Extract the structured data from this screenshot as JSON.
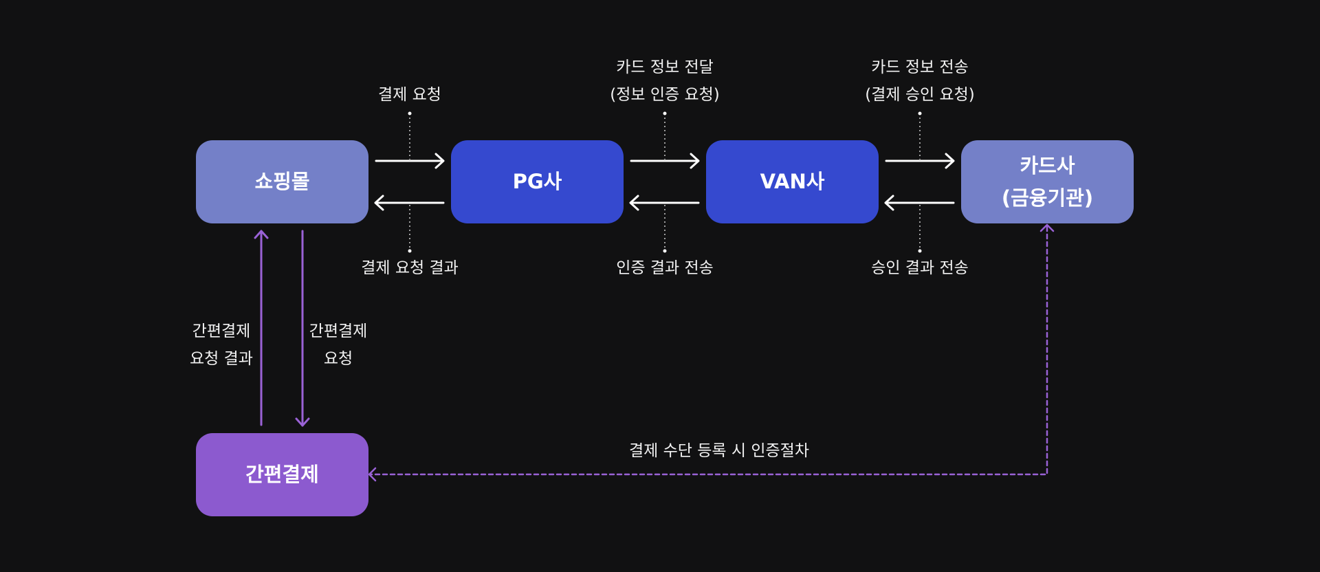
{
  "colors": {
    "background": "#111112",
    "node_light": "#7480c8",
    "node_dark": "#3549cf",
    "node_purple": "#8c5acf",
    "arrow_white": "#ffffff",
    "arrow_purple": "#9a62d6",
    "text": "#f2f2f2"
  },
  "nodes": {
    "shoppingmall": "쇼핑몰",
    "pg": "PG사",
    "van": "VAN사",
    "card_line1": "카드사",
    "card_line2": "(금융기관)",
    "easypay": "간편결제"
  },
  "labels": {
    "shop_pg_request": "결제 요청",
    "shop_pg_result": "결제 요청 결과",
    "pg_van_request_line1": "카드 정보 전달",
    "pg_van_request_line2": "(정보 인증 요청)",
    "pg_van_result": "인증 결과 전송",
    "van_card_request_line1": "카드 정보 전송",
    "van_card_request_line2": "(결제 승인 요청)",
    "van_card_result": "승인 결과 전송",
    "easypay_result_line1": "간편결제",
    "easypay_result_line2": "요청 결과",
    "easypay_request_line1": "간편결제",
    "easypay_request_line2": "요청",
    "card_auth": "결제 수단 등록 시 인증절차"
  }
}
